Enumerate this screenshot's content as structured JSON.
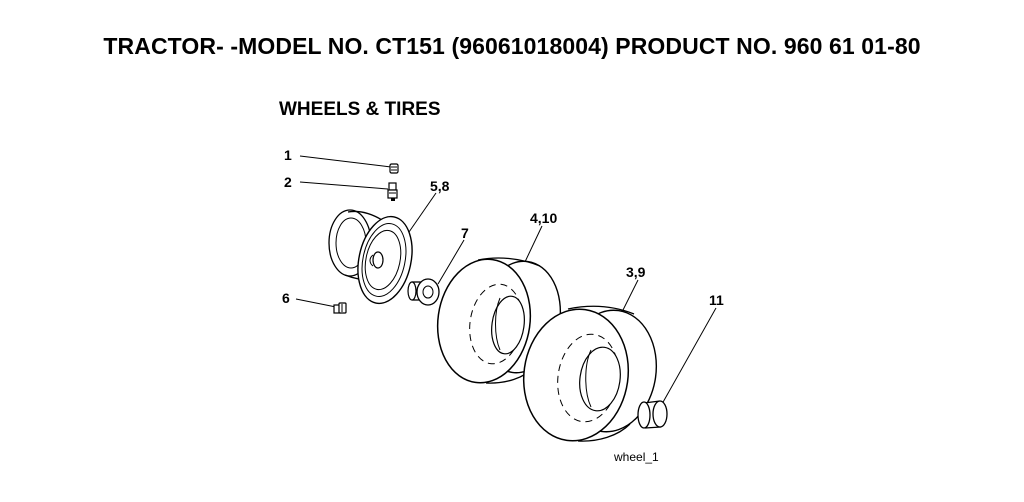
{
  "header": {
    "title": "TRACTOR- -MODEL NO. CT151 (96061018004) PRODUCT NO. 960 61 01-80"
  },
  "section": {
    "title": "WHEELS & TIRES"
  },
  "diagram": {
    "callouts": {
      "c1": "1",
      "c2": "2",
      "c3_9": "3,9",
      "c4_10": "4,10",
      "c5_8": "5,8",
      "c6": "6",
      "c7": "7",
      "c11": "11"
    },
    "figure_id": "wheel_1",
    "parts": [
      "valve-cap",
      "valve-stem",
      "rim",
      "tire-front",
      "tire-rear",
      "bolt",
      "washer",
      "bushing"
    ]
  }
}
